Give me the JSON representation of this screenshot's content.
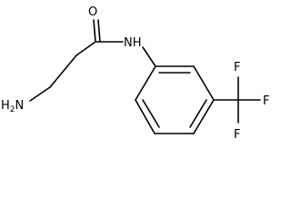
{
  "molecule": {
    "atoms": {
      "amine": {
        "main": "H",
        "sub": "2",
        "tail": "N"
      },
      "carbonyl_oxygen": "O",
      "amide_nitrogen": "NH",
      "fluorine_top": "F",
      "fluorine_right": "F",
      "fluorine_bottom": "F"
    }
  }
}
